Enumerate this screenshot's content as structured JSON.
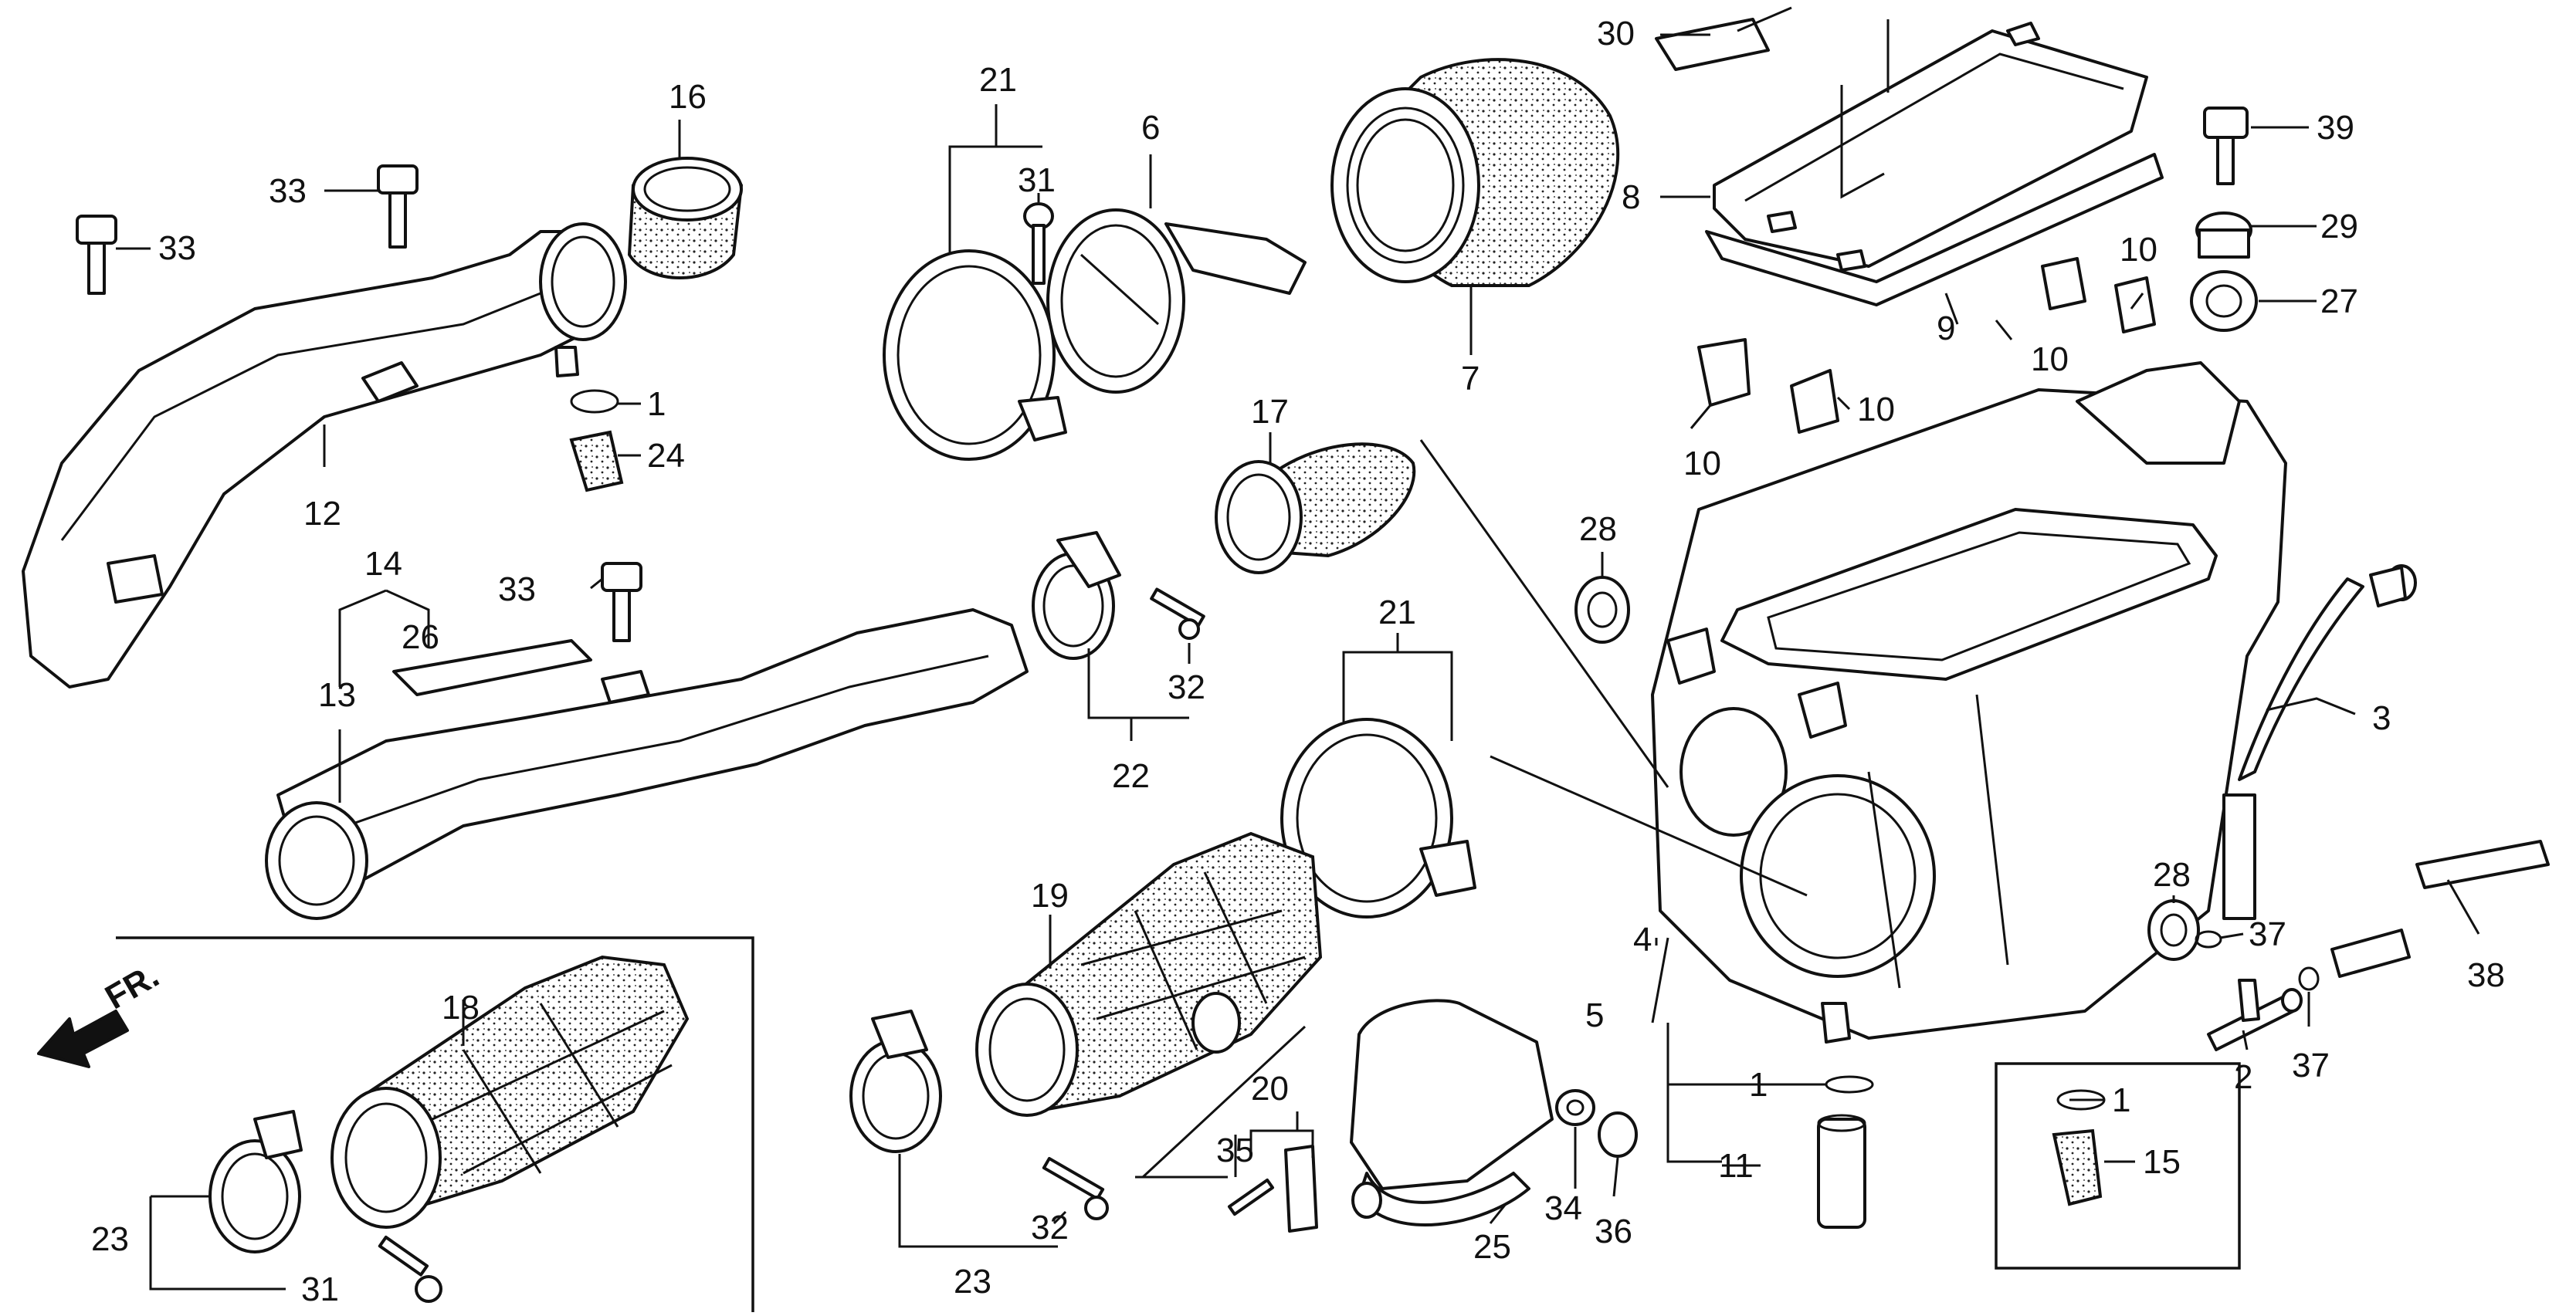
{
  "diagram": {
    "direction_label": "FR.",
    "callouts": [
      {
        "id": "c30",
        "text": "30"
      },
      {
        "id": "c16",
        "text": "16"
      },
      {
        "id": "c21a",
        "text": "21"
      },
      {
        "id": "c6",
        "text": "6"
      },
      {
        "id": "c31a",
        "text": "31"
      },
      {
        "id": "c39",
        "text": "39"
      },
      {
        "id": "c33a",
        "text": "33"
      },
      {
        "id": "c33b",
        "text": "33"
      },
      {
        "id": "c8",
        "text": "8"
      },
      {
        "id": "c29",
        "text": "29"
      },
      {
        "id": "c10a",
        "text": "10"
      },
      {
        "id": "c27",
        "text": "27"
      },
      {
        "id": "c1a",
        "text": "1"
      },
      {
        "id": "c24",
        "text": "24"
      },
      {
        "id": "c9",
        "text": "9"
      },
      {
        "id": "c10b",
        "text": "10"
      },
      {
        "id": "c7",
        "text": "7"
      },
      {
        "id": "c17",
        "text": "17"
      },
      {
        "id": "c10c",
        "text": "10"
      },
      {
        "id": "c10d",
        "text": "10"
      },
      {
        "id": "c12",
        "text": "12"
      },
      {
        "id": "c14",
        "text": "14"
      },
      {
        "id": "c28a",
        "text": "28"
      },
      {
        "id": "c33c",
        "text": "33"
      },
      {
        "id": "c26",
        "text": "26"
      },
      {
        "id": "c21b",
        "text": "21"
      },
      {
        "id": "c32a",
        "text": "32"
      },
      {
        "id": "c3",
        "text": "3"
      },
      {
        "id": "c13",
        "text": "13"
      },
      {
        "id": "c22",
        "text": "22"
      },
      {
        "id": "c19",
        "text": "19"
      },
      {
        "id": "c28b",
        "text": "28"
      },
      {
        "id": "c37a",
        "text": "37"
      },
      {
        "id": "c4",
        "text": "4"
      },
      {
        "id": "c38",
        "text": "38"
      },
      {
        "id": "c18",
        "text": "18"
      },
      {
        "id": "c5",
        "text": "5"
      },
      {
        "id": "c2",
        "text": "2"
      },
      {
        "id": "c37b",
        "text": "37"
      },
      {
        "id": "c20",
        "text": "20"
      },
      {
        "id": "c1b",
        "text": "1"
      },
      {
        "id": "c1c",
        "text": "1"
      },
      {
        "id": "c35",
        "text": "35"
      },
      {
        "id": "c34",
        "text": "34"
      },
      {
        "id": "c36",
        "text": "36"
      },
      {
        "id": "c11",
        "text": "11"
      },
      {
        "id": "c15",
        "text": "15"
      },
      {
        "id": "c23a",
        "text": "23"
      },
      {
        "id": "c32b",
        "text": "32"
      },
      {
        "id": "c25",
        "text": "25"
      },
      {
        "id": "c31b",
        "text": "31"
      },
      {
        "id": "c23b",
        "text": "23"
      }
    ]
  }
}
